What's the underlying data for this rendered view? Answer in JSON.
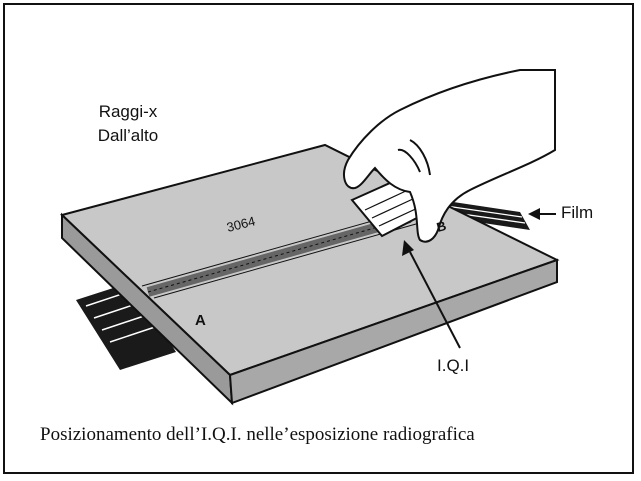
{
  "labels": {
    "xray_line1": "Raggi-x",
    "xray_line2": "Dall’alto",
    "film": "Film",
    "iqi": "I.Q.I",
    "plate_marking": "3064",
    "weld_mark_a": "A",
    "weld_mark_b": "B"
  },
  "caption": "Posizionamento dell’I.Q.I. nelle’esposizione radiografica"
}
